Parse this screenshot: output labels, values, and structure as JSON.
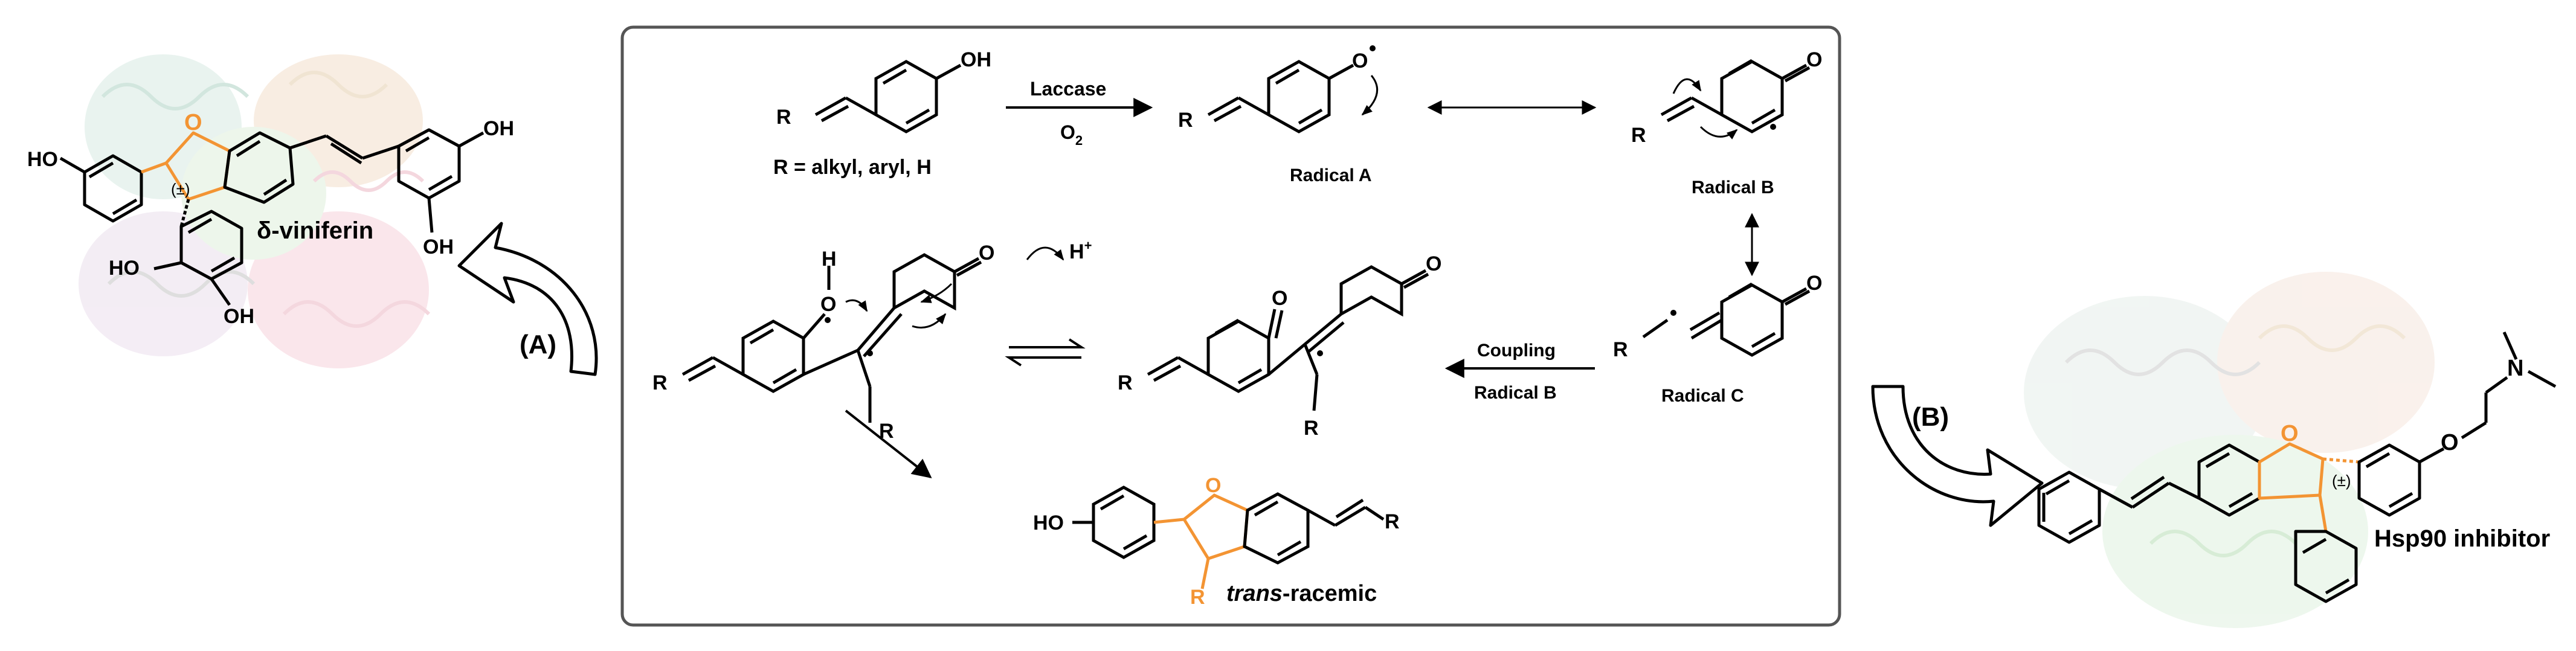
{
  "colors": {
    "bond": "#000000",
    "accent": "#f39433",
    "frame": "#555555",
    "protein_teal": "#9cc8b8",
    "protein_pink": "#e8a8b8",
    "protein_green": "#9ed19a",
    "protein_tan": "#e0c49c",
    "protein_grey": "#b8b8b8"
  },
  "left_panel": {
    "compound_name": "δ-viniferin",
    "ho_left": "HO",
    "oh_right": "OH",
    "oh_lower": "OH",
    "ho_bottom": "HO",
    "oh_bottom": "OH",
    "stereo": "(±)",
    "ring_oxygen": "O",
    "arrow_label": "(A)"
  },
  "right_panel": {
    "compound_name": "Hsp90 inhibitor",
    "nitrogen": "N",
    "oxygen": "O",
    "ring_oxygen": "O",
    "stereo": "(±)",
    "arrow_label": "(B)"
  },
  "scheme": {
    "start": {
      "oh": "OH",
      "r": "R",
      "r_definition": "R = alkyl, aryl, H"
    },
    "reagent": {
      "top": "Laccase",
      "bottom": "O",
      "bottom_sub": "2"
    },
    "radical_a": {
      "label": "Radical A",
      "o": "O",
      "r": "R"
    },
    "radical_b": {
      "label": "Radical B",
      "o": "O",
      "r": "R"
    },
    "radical_c": {
      "label": "Radical C",
      "o": "O",
      "r": "R"
    },
    "coupling": {
      "top": "Coupling",
      "bottom": "Radical B"
    },
    "dimer": {
      "o1": "O",
      "o2": "O",
      "r1": "R",
      "r2": "R"
    },
    "intermediate": {
      "h": "H",
      "o": "O",
      "o2": "O",
      "h_plus": "H",
      "h_plus_sup": "+",
      "r1": "R",
      "r2": "R"
    },
    "product": {
      "ho": "HO",
      "o": "O",
      "r1": "R",
      "r2": "R",
      "label_italic": "trans",
      "label_rest": "-racemic"
    }
  }
}
